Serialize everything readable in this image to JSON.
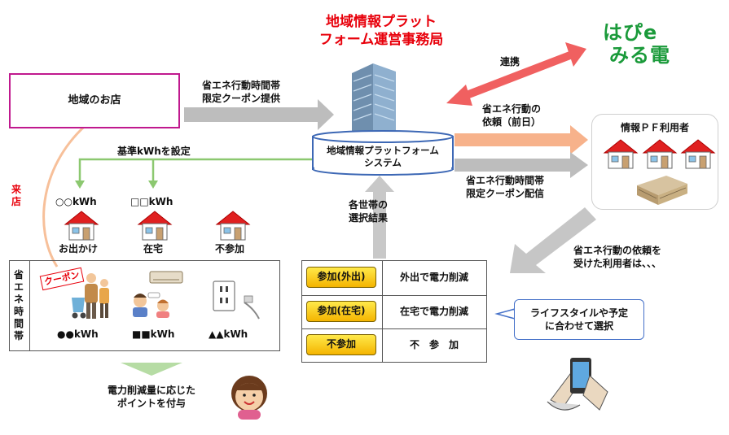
{
  "title": {
    "line1": "地域情報プラット",
    "line2": "フォーム運営事務局"
  },
  "logo": {
    "line1": "はぴe",
    "line2": "みる電",
    "colors": [
      "#1a9a3a",
      "#ff8a00",
      "#3aa0e0"
    ]
  },
  "shop": {
    "label": "地域のお店"
  },
  "arrows": {
    "coupon_provide": {
      "line1": "省エネ行動時間帯",
      "line2": "限定クーポン提供"
    },
    "renkei": "連携",
    "request": {
      "line1": "省エネ行動の",
      "line2": "依頼（前日）"
    },
    "coupon_deliver": {
      "line1": "省エネ行動時間帯",
      "line2": "限定クーポン配信"
    },
    "baseline": "基準kWhを設定",
    "selection": {
      "line1": "各世帯の",
      "line2": "選択結果"
    },
    "visit": "来店",
    "requested_users": {
      "line1": "省エネ行動の依頼を",
      "line2": "受けた利用者は、、、"
    }
  },
  "system": {
    "line1": "地域情報プラットフォーム",
    "line2": "システム"
  },
  "users": {
    "label": "情報ＰＦ利用者"
  },
  "households": [
    {
      "kwh": "○○kWh",
      "label": "お出かけ"
    },
    {
      "kwh": "□□kWh",
      "label": "在宅"
    },
    {
      "label": "不参加"
    }
  ],
  "period": {
    "label": "省エネ時間帯",
    "coupon": "クーポン",
    "values": [
      "●●kWh",
      "■■kWh",
      "▲▲kWh"
    ]
  },
  "options": [
    {
      "button": "参加(外出)",
      "desc": "外出で電力削減"
    },
    {
      "button": "参加(在宅)",
      "desc": "在宅で電力削減"
    },
    {
      "button": "不参加",
      "desc": "不　参　加"
    }
  ],
  "callout": {
    "line1": "ライフスタイルや予定",
    "line2": "に合わせて選択"
  },
  "points": {
    "line1": "電力削減量に応じた",
    "line2": "ポイントを付与"
  }
}
